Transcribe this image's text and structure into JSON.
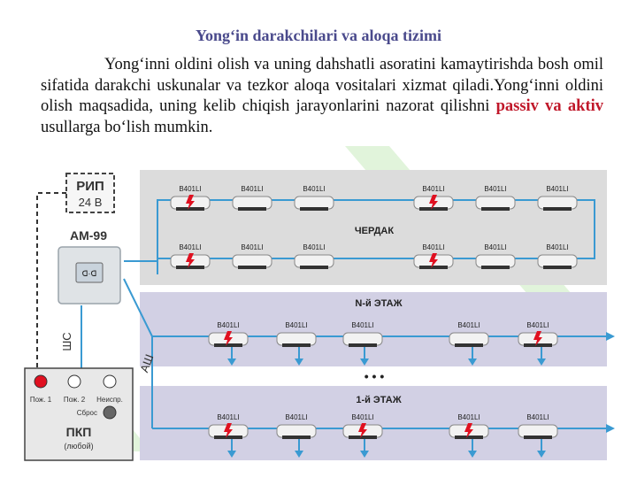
{
  "title": "Yong‘in darakchilari va aloqa tizimi",
  "paragraph": {
    "before": "Yong‘inni oldini olish va uning dahshatli asoratini kamaytirishda bosh omil sifatida darakchi uskunalar va tezkor aloqa vositalari xizmat qiladi.Yong‘inni oldini olish maqsadida, uning kelib chiqish jarayonlarini nazorat qilishni ",
    "highlight": "passiv va aktiv",
    "after": " usullarga bo‘lish mumkin."
  },
  "diagram": {
    "psu_label": "РИП",
    "psu_voltage": "24 В",
    "module_label": "АМ-99",
    "line_sh": "ШС",
    "line_ash": "АШ",
    "panel": {
      "indicator1": "Пож. 1",
      "indicator2": "Пож. 2",
      "indicator3": "Неиспр.",
      "reset": "Сброс",
      "name": "ПКП",
      "sub": "(любой)"
    },
    "zones": [
      "ЧЕРДАК",
      "N-й ЭТАЖ",
      "1-й ЭТАЖ"
    ],
    "ellipsis": "• • •",
    "detector_label": "B401LI",
    "colors": {
      "alarm": "#e01020",
      "attic_bg": "#dcdcdc",
      "floor_bg": "#d2d0e4",
      "wire": "#3a9ad2",
      "watermark": "#bfe7b4"
    }
  }
}
